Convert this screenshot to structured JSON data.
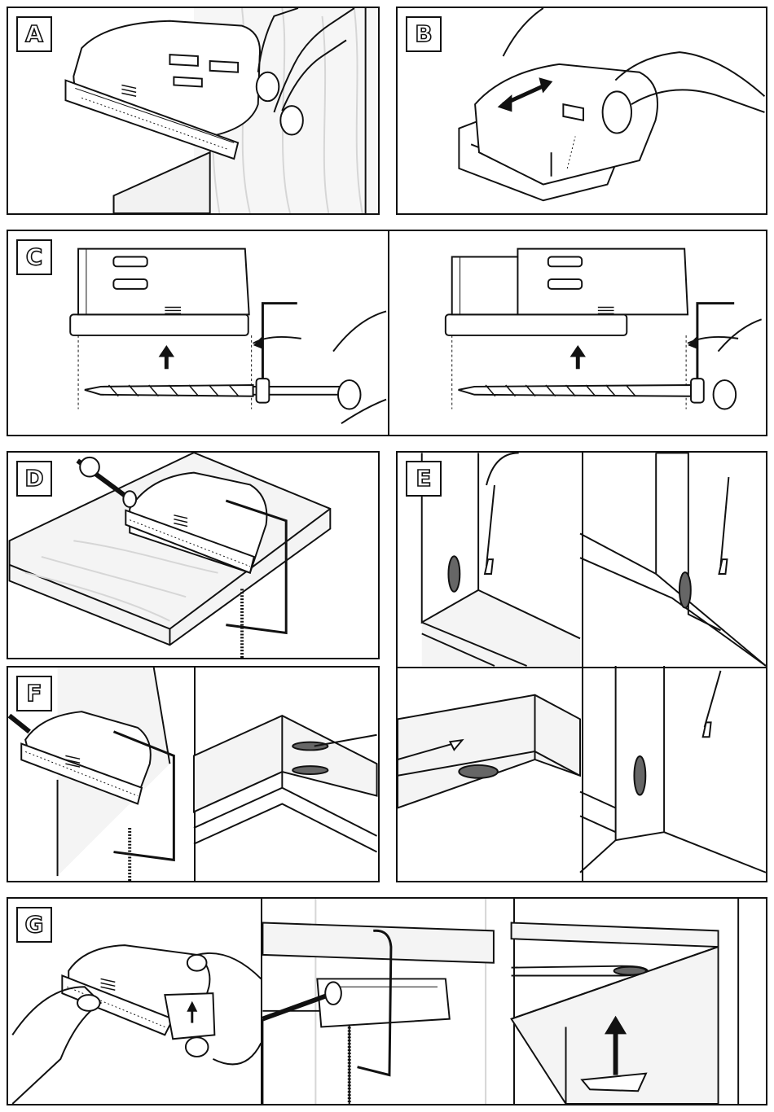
{
  "colors": {
    "line": "#111111",
    "wood_grain": "#d8d8d8",
    "wood_fill": "#f4f4f4",
    "shadow": "#bdbdbd",
    "hole": "#555555"
  },
  "panels": {
    "A": {
      "label": "A"
    },
    "B": {
      "label": "B"
    },
    "C": {
      "label": "C"
    },
    "D": {
      "label": "D"
    },
    "E": {
      "label": "E"
    },
    "F": {
      "label": "F"
    },
    "G": {
      "label": "G"
    }
  }
}
